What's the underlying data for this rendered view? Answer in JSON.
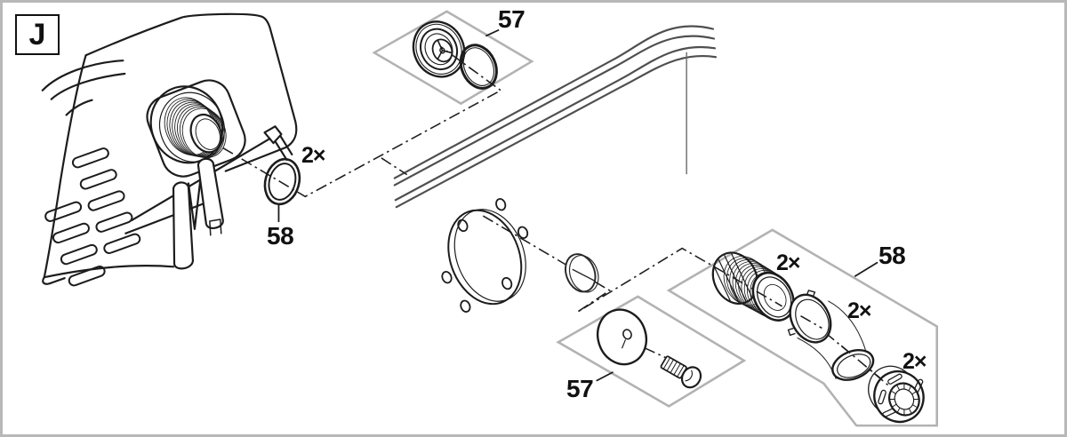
{
  "diagram": {
    "section_label": "J",
    "labels": {
      "top_cap_group": "57",
      "pump_oring_qty": "2×",
      "pump_oring_group": "58",
      "bottom_disc_group": "57",
      "fitting_group": "58",
      "fitting_connector_qty": "2×",
      "fitting_elbow_qty": "2×",
      "fitting_nut_qty": "2×"
    },
    "colors": {
      "line": "#1c1c1c",
      "pipe": "#4f4f4f",
      "group_box": "#b2b2b2",
      "page_border": "#b8b8b8",
      "background": "#ffffff"
    }
  }
}
